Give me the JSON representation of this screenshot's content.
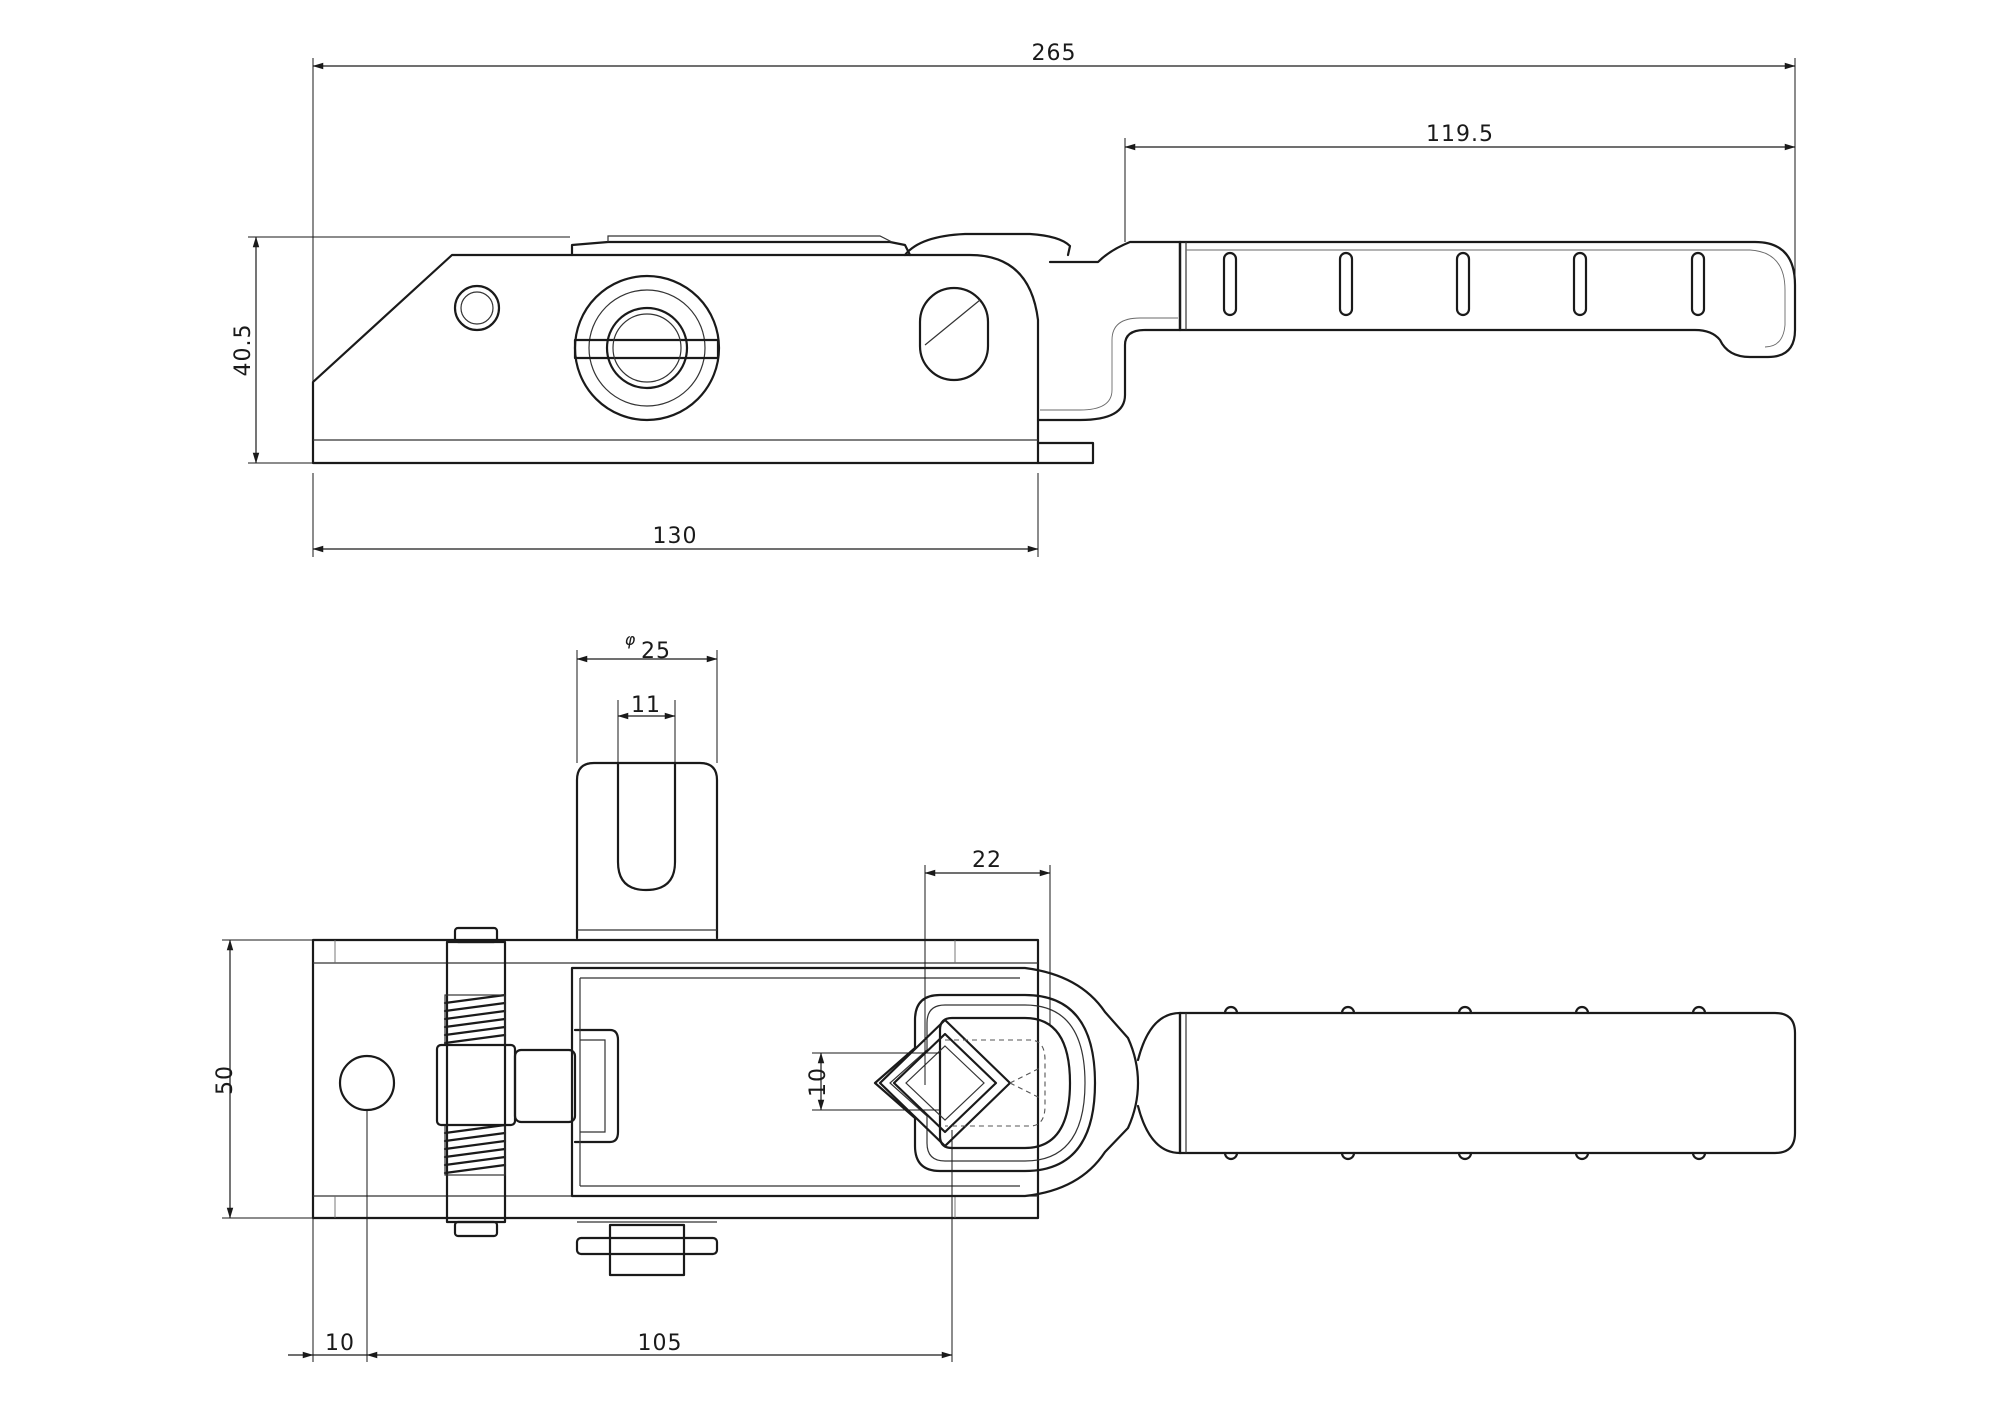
{
  "top_view": {
    "dim_overall_length": "265",
    "dim_handle_length": "119.5",
    "dim_height": "40.5",
    "dim_base_length": "130"
  },
  "bottom_view": {
    "dim_diameter_symbol": "φ",
    "dim_diameter": "25",
    "dim_slot_width": "11",
    "dim_square_offset": "22",
    "dim_square_size": "10",
    "dim_width": "50",
    "dim_hole_offset": "10",
    "dim_hole_to_square": "105"
  },
  "colors": {
    "line": "#1a1a1a",
    "background": "#ffffff"
  }
}
